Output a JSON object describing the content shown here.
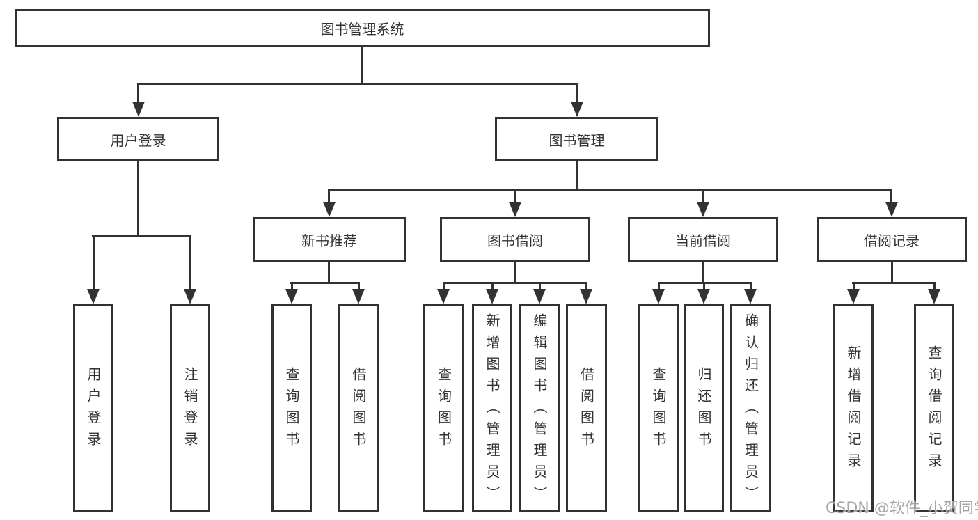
{
  "diagram": {
    "root": {
      "label": "图书管理系统"
    },
    "level2": [
      {
        "label": "用户登录"
      },
      {
        "label": "图书管理"
      }
    ],
    "level3": [
      {
        "label": "新书推荐"
      },
      {
        "label": "图书借阅"
      },
      {
        "label": "当前借阅"
      },
      {
        "label": "借阅记录"
      }
    ],
    "leaves": {
      "login": [
        {
          "label": "用户登录"
        },
        {
          "label": "注销登录"
        }
      ],
      "recommend": [
        {
          "label": "查询图书"
        },
        {
          "label": "借阅图书"
        }
      ],
      "borrow": [
        {
          "label": "查询图书"
        },
        {
          "label": "新增图书（管理员）"
        },
        {
          "label": "编辑图书（管理员）"
        },
        {
          "label": "借阅图书"
        }
      ],
      "current": [
        {
          "label": "查询图书"
        },
        {
          "label": "归还图书"
        },
        {
          "label": "确认归还（管理员）"
        }
      ],
      "records": [
        {
          "label": "新增借阅记录"
        },
        {
          "label": "查询借阅记录"
        }
      ]
    },
    "watermark": {
      "text": "CSDN @软件_小贺同学"
    },
    "colors": {
      "line": "#323232",
      "text": "#333333",
      "watermark": "#a6a6a6",
      "background": "#ffffff"
    }
  }
}
